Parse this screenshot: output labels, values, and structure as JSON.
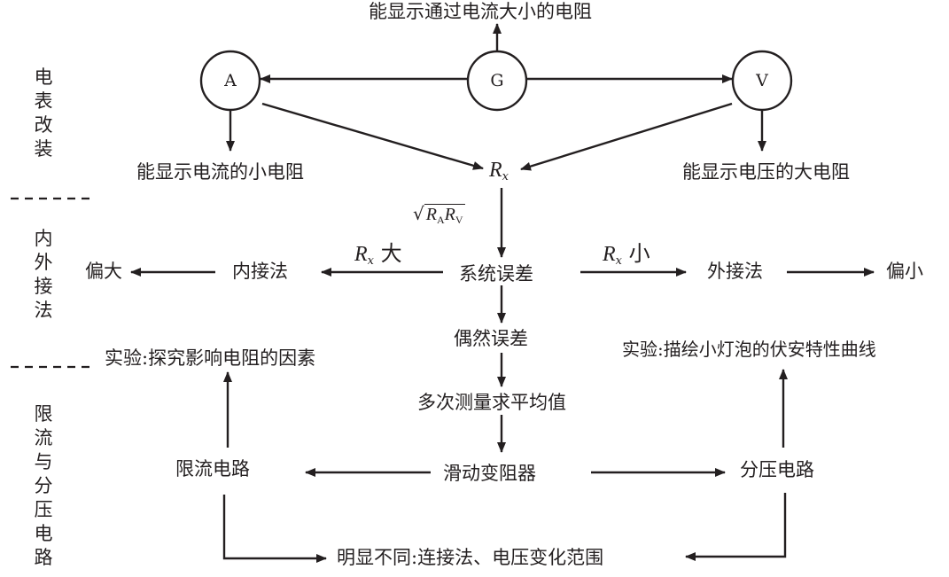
{
  "sections": {
    "top": "电表改装",
    "middle": "内外接法",
    "bottom": "限流与分压电路"
  },
  "nodes": {
    "g": "G",
    "a": "A",
    "v": "V",
    "g_output": "能显示通过电流大小的电阻",
    "a_output": "能显示电流的小电阻",
    "v_output": "能显示电压的大电阻",
    "rx_var": "R",
    "rx_sub": "x",
    "sqrt_r": "R",
    "sqrt_a_sub": "A",
    "sqrt_v_sub": "V",
    "systematic_error": "系统误差",
    "inner_method": "内接法",
    "outer_method": "外接法",
    "bias_large": "偏大",
    "bias_small": "偏小",
    "rx_large_label": "大",
    "rx_small_label": "小",
    "random_error": "偶然误差",
    "multi_measure": "多次测量求平均值",
    "rheostat": "滑动变阻器",
    "current_limit": "限流电路",
    "voltage_divider": "分压电路",
    "exp_left": "实验:探究影响电阻的因素",
    "exp_right": "实验:描绘小灯泡的伏安特性曲线",
    "difference": "明显不同:连接法、电压变化范围"
  },
  "colors": {
    "ink": "#231f20",
    "background": "#ffffff"
  }
}
